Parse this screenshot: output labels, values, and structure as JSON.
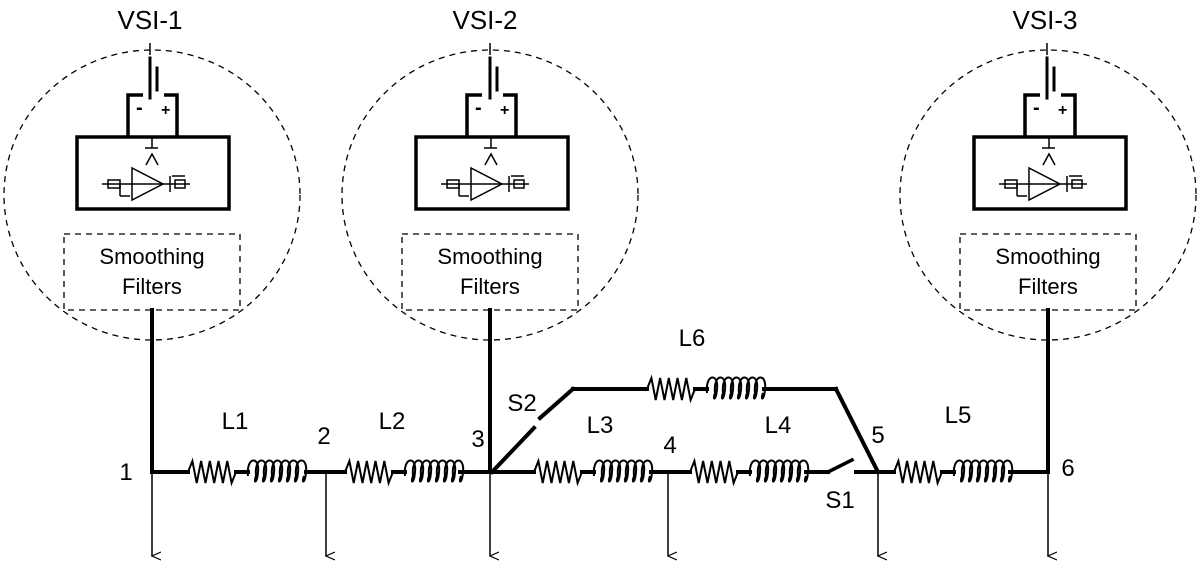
{
  "vsi_units": [
    {
      "title": "VSI-1",
      "filter_line1": "Smoothing",
      "filter_line2": "Filters"
    },
    {
      "title": "VSI-2",
      "filter_line1": "Smoothing",
      "filter_line2": "Filters"
    },
    {
      "title": "VSI-3",
      "filter_line1": "Smoothing",
      "filter_line2": "Filters"
    }
  ],
  "inductors": [
    "L1",
    "L2",
    "L3",
    "L4",
    "L5",
    "L6"
  ],
  "switches": [
    "S1",
    "S2"
  ],
  "buses": [
    "1",
    "2",
    "3",
    "4",
    "5",
    "6"
  ],
  "battery_signs": {
    "minus": "-",
    "plus": "+"
  }
}
